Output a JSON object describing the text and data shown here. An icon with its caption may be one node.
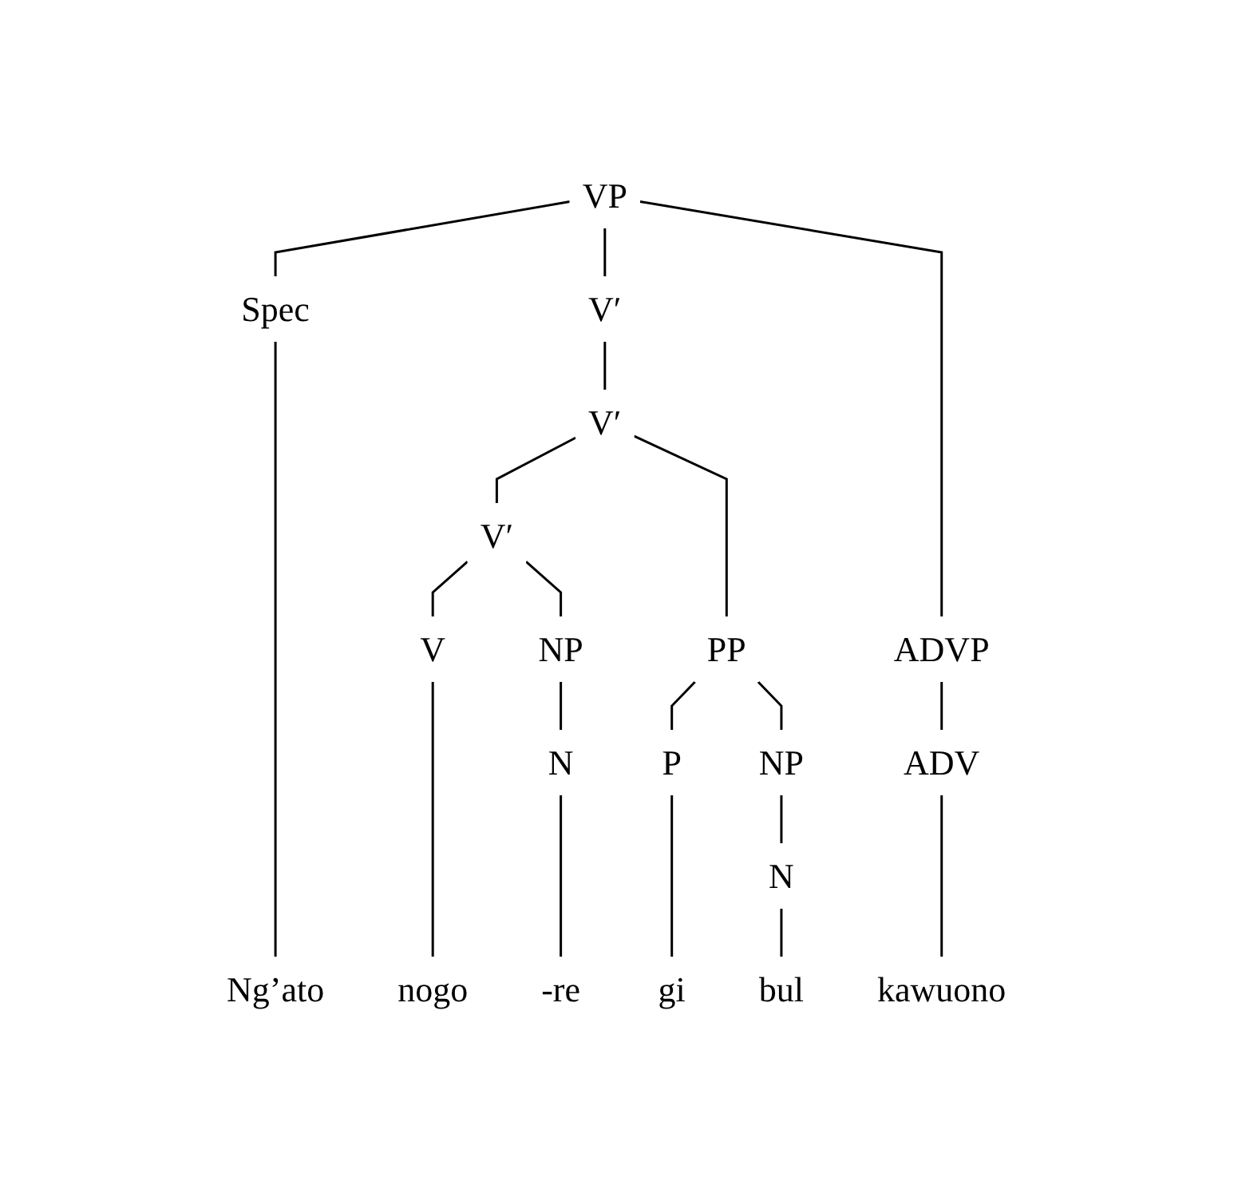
{
  "diagram": {
    "nodes": [
      {
        "text": [
          "VP"
        ]
      },
      {
        "text": [
          "Spec"
        ]
      },
      {
        "text": [
          "V′"
        ]
      },
      {
        "text": [
          "V′"
        ]
      },
      {
        "text": [
          "V′"
        ]
      },
      {
        "text": [
          "V"
        ]
      },
      {
        "text": [
          "NP"
        ]
      },
      {
        "text": [
          "PP"
        ]
      },
      {
        "text": [
          "ADVP"
        ]
      },
      {
        "text": [
          "N"
        ]
      },
      {
        "text": [
          "P"
        ]
      },
      {
        "text": [
          "NP"
        ]
      },
      {
        "text": [
          "ADV"
        ]
      },
      {
        "text": [
          "N"
        ]
      },
      {
        "text": [
          "Ng’ato"
        ]
      },
      {
        "text": [
          "nogo"
        ]
      },
      {
        "text": [
          "-re"
        ]
      },
      {
        "text": [
          "gi"
        ]
      },
      {
        "text": [
          "bul"
        ]
      },
      {
        "text": [
          "kawuono"
        ]
      }
    ],
    "edges": [
      {
        "from": 0,
        "to": 1,
        "arrow": "none"
      },
      {
        "from": 0,
        "to": 2,
        "arrow": "none"
      },
      {
        "from": 0,
        "to": 8,
        "arrow": "none"
      },
      {
        "from": 2,
        "to": 3,
        "arrow": "none"
      },
      {
        "from": 3,
        "to": 4,
        "arrow": "none"
      },
      {
        "from": 3,
        "to": 7,
        "arrow": "none"
      },
      {
        "from": 4,
        "to": 5,
        "arrow": "none"
      },
      {
        "from": 4,
        "to": 6,
        "arrow": "none"
      },
      {
        "from": 6,
        "to": 9,
        "arrow": "none"
      },
      {
        "from": 7,
        "to": 10,
        "arrow": "none"
      },
      {
        "from": 7,
        "to": 11,
        "arrow": "none"
      },
      {
        "from": 8,
        "to": 12,
        "arrow": "none"
      },
      {
        "from": 11,
        "to": 13,
        "arrow": "none"
      },
      {
        "from": 1,
        "to": 14,
        "arrow": "none"
      },
      {
        "from": 5,
        "to": 15,
        "arrow": "none"
      },
      {
        "from": 9,
        "to": 16,
        "arrow": "none"
      },
      {
        "from": 10,
        "to": 17,
        "arrow": "none"
      },
      {
        "from": 13,
        "to": 18,
        "arrow": "none"
      },
      {
        "from": 12,
        "to": 19,
        "arrow": "none"
      }
    ]
  }
}
